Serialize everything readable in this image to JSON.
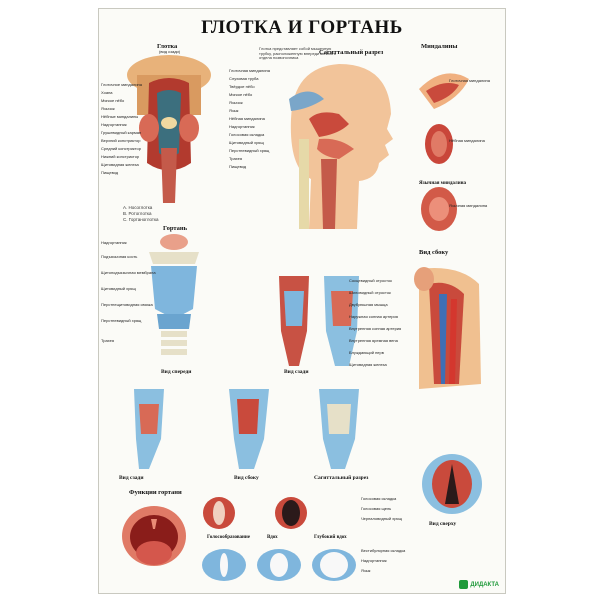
{
  "title": "ГЛОТКА И ГОРТАНЬ",
  "captions": {
    "pharynx": "Глотка",
    "pharynx_sub": "(вид сзади)",
    "sagittal": "Сагиттальный разрез",
    "tonsils": "Миндалины",
    "tongue_tonsil": "Язычная миндалина",
    "larynx": "Гортань",
    "side_view": "Вид сбоку",
    "front_view": "Вид спереди",
    "back_view": "Вид сзади",
    "side_view2": "Вид сбоку",
    "sagittal2": "Сагиттальный разрез",
    "top_view": "Вид сверху",
    "functions": "Функции гортани",
    "phonation": "Голосообразование",
    "inhale": "Вдох",
    "deep_inhale": "Глубокий вдох"
  },
  "legend": [
    "A. Носоглотка",
    "B. Ротоглотка",
    "C. Гортаноглотка"
  ],
  "note": "Глотка представляет собой мышечную трубку, расположенную впереди шейного отдела позвоночника",
  "labels_left": [
    "Глоточное миндалина",
    "Хоана",
    "Мягкое нёбо",
    "Язычок",
    "Нёбные миндалины",
    "Надгортанник",
    "Грушевидный карман",
    "Верхний констриктор",
    "Средний констриктор",
    "Нижний констриктор",
    "Щитовидная железа",
    "Пищевод"
  ],
  "labels_mid": [
    "Глоточная миндалина",
    "Слуховая труба",
    "Твёрдое нёбо",
    "Мягкое нёбо",
    "Язычок",
    "Язык",
    "Нёбная миндалина",
    "Надгортанник",
    "Голосовая складка",
    "Щитовидный хрящ",
    "Перстневидный хрящ",
    "Трахея",
    "Пищевод"
  ],
  "labels_tonsil": [
    "Глоточная миндалина",
    "Нёбная миндалина",
    "Язычная миндалина"
  ],
  "labels_larynx": [
    "Надгортанник",
    "Подъязычная кость",
    "Щитоподъязычная мембрана",
    "Щитовидный хрящ",
    "Перстнещитовидная связка",
    "Перстневидный хрящ",
    "Трахея"
  ],
  "labels_side": [
    "Сосцевидный отросток",
    "Шиловидный отросток",
    "Двубрюшная мышца",
    "Наружная сонная артерия",
    "Внутренняя сонная артерия",
    "Внутренняя яремная вена",
    "Блуждающий нерв",
    "Щитовидная железа"
  ],
  "labels_bottom": [
    "Голосовая складка",
    "Голосовая щель",
    "Черпаловидный хрящ",
    "Вестибулярная складка",
    "Надгортанник",
    "Язык"
  ],
  "logo": "ДИДАКТА"
}
